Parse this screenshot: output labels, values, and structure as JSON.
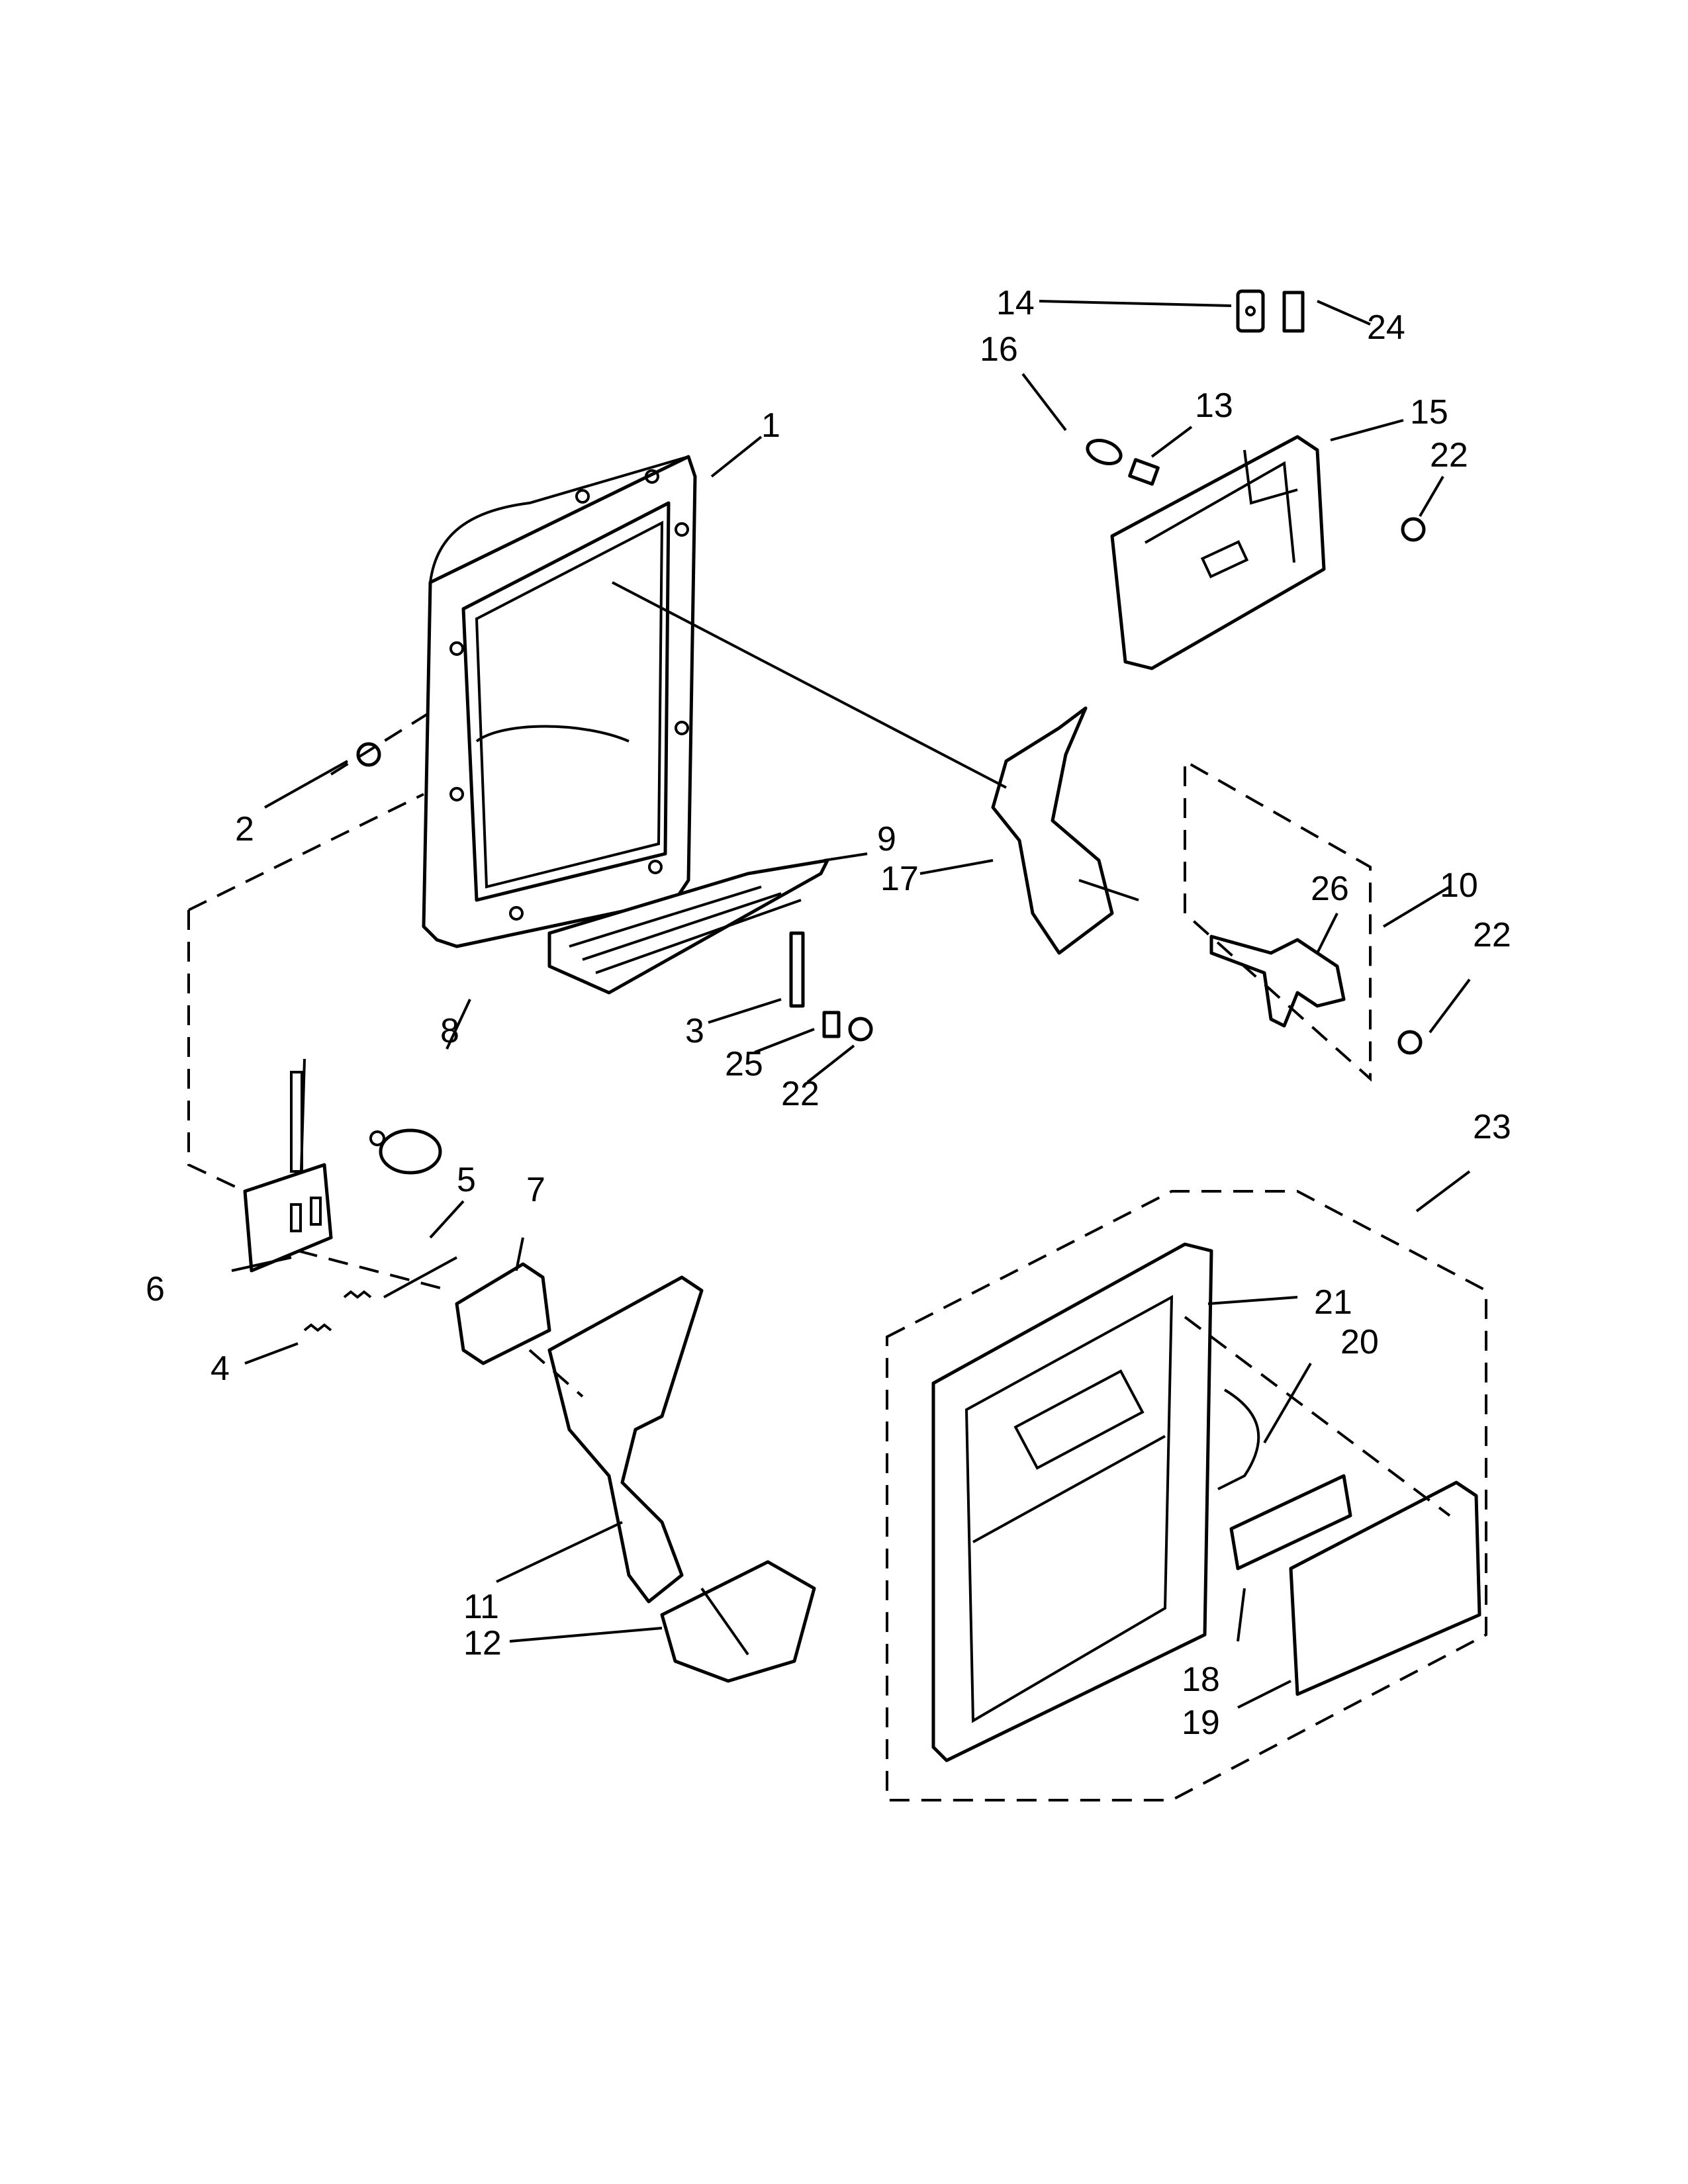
{
  "callouts": [
    {
      "id": "1",
      "text": "1"
    },
    {
      "id": "2",
      "text": "2"
    },
    {
      "id": "3",
      "text": "3"
    },
    {
      "id": "4",
      "text": "4"
    },
    {
      "id": "5",
      "text": "5"
    },
    {
      "id": "6",
      "text": "6"
    },
    {
      "id": "7",
      "text": "7"
    },
    {
      "id": "8",
      "text": "8"
    },
    {
      "id": "9",
      "text": "9"
    },
    {
      "id": "10",
      "text": "10"
    },
    {
      "id": "11",
      "text": "11"
    },
    {
      "id": "12",
      "text": "12"
    },
    {
      "id": "13",
      "text": "13"
    },
    {
      "id": "14",
      "text": "14"
    },
    {
      "id": "15",
      "text": "15"
    },
    {
      "id": "16",
      "text": "16"
    },
    {
      "id": "17",
      "text": "17"
    },
    {
      "id": "18",
      "text": "18"
    },
    {
      "id": "19",
      "text": "19"
    },
    {
      "id": "20",
      "text": "20"
    },
    {
      "id": "21",
      "text": "21"
    },
    {
      "id": "22a",
      "text": "22"
    },
    {
      "id": "22b",
      "text": "22"
    },
    {
      "id": "22c",
      "text": "22"
    },
    {
      "id": "23",
      "text": "23"
    },
    {
      "id": "24",
      "text": "24"
    },
    {
      "id": "25",
      "text": "25"
    },
    {
      "id": "26",
      "text": "26"
    }
  ]
}
